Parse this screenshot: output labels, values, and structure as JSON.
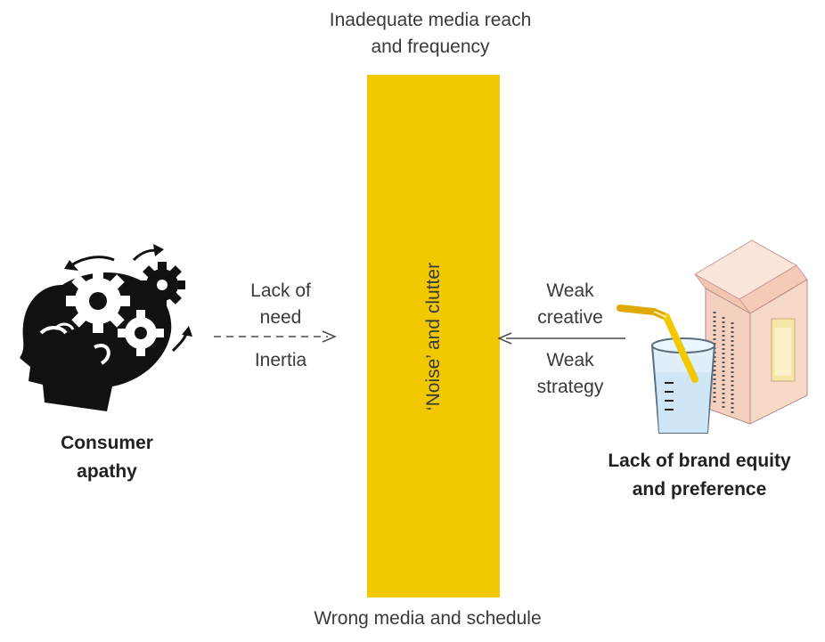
{
  "top_caption": [
    "Inadequate media reach",
    "and frequency"
  ],
  "bottom_caption": "Wrong media and schedule",
  "barrier": {
    "label": "‘Noise’ and clutter",
    "color": "#f2c800"
  },
  "consumer": {
    "icon": "head-with-gears-icon",
    "caption": [
      "Consumer",
      "apathy"
    ],
    "arrow_upper": [
      "Lack of",
      "need"
    ],
    "arrow_lower": "Inertia"
  },
  "brand": {
    "icon": "milk-carton-and-glass-icon",
    "caption": [
      "Lack of brand equity",
      "and preference"
    ],
    "arrow_upper": [
      "Weak",
      "creative"
    ],
    "arrow_lower": [
      "Weak",
      "strategy"
    ]
  }
}
